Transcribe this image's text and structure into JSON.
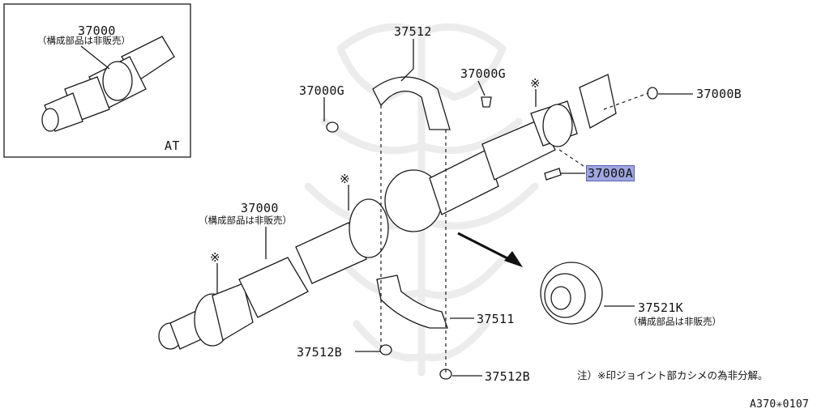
{
  "inset": {
    "part_no": "37000",
    "note": "（構成部品は非販売）",
    "variant": "AT"
  },
  "labels": {
    "l37512": "37512",
    "l37000G_left": "37000G",
    "l37000G_right": "37000G",
    "l37000B": "37000B",
    "l37000A": "37000A",
    "l37000_main": "37000",
    "l37000_main_note": "（構成部品は非販売）",
    "l37521K": "37521K",
    "l37521K_note": "（構成部品は非販売）",
    "l37511": "37511",
    "l37512B_left": "37512B",
    "l37512B_right": "37512B"
  },
  "marks": {
    "m1": "※",
    "m2": "※",
    "m3": "※"
  },
  "footnote": "注）※印ジョイント部カシメの為非分解。",
  "figure_id": "A370✳0107",
  "colors": {
    "highlight": "#9fa6e0",
    "line": "#1a1a1a"
  }
}
